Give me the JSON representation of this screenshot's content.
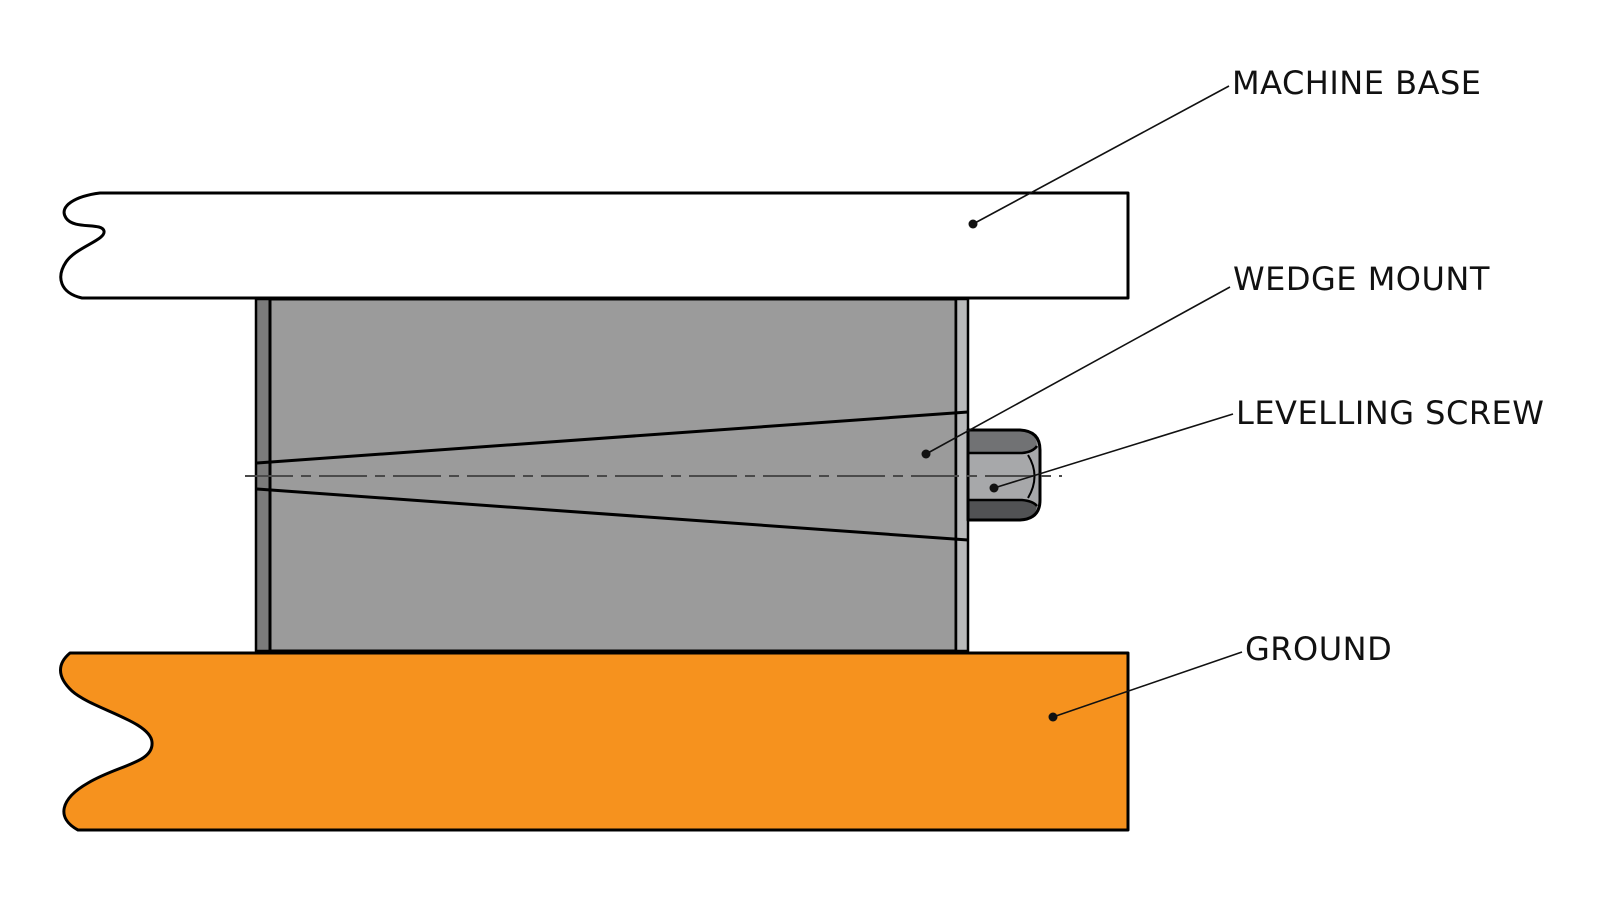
{
  "figure": {
    "type": "engineering-section-diagram",
    "subject": "wedge mount machine levelling arrangement",
    "labels": {
      "machine_base": "MACHINE BASE",
      "wedge_mount": "WEDGE MOUNT",
      "levelling_screw": "LEVELLING SCREW",
      "ground": "GROUND"
    }
  },
  "colors": {
    "background": "#ffffff",
    "outline": "#000000",
    "machine_base_fill": "#ffffff",
    "wedge_fill": "#9b9b9b",
    "wedge_left_edge_fill": "#7b7b7b",
    "wedge_right_edge_fill": "#b8b9ba",
    "screw_top_facet": "#717274",
    "screw_mid_facet": "#a7a8aa",
    "screw_bottom_facet": "#515254",
    "ground_fill": "#f6921e",
    "centerline": "#4a4a4a",
    "leader": "#111111",
    "label_text": "#111111"
  }
}
